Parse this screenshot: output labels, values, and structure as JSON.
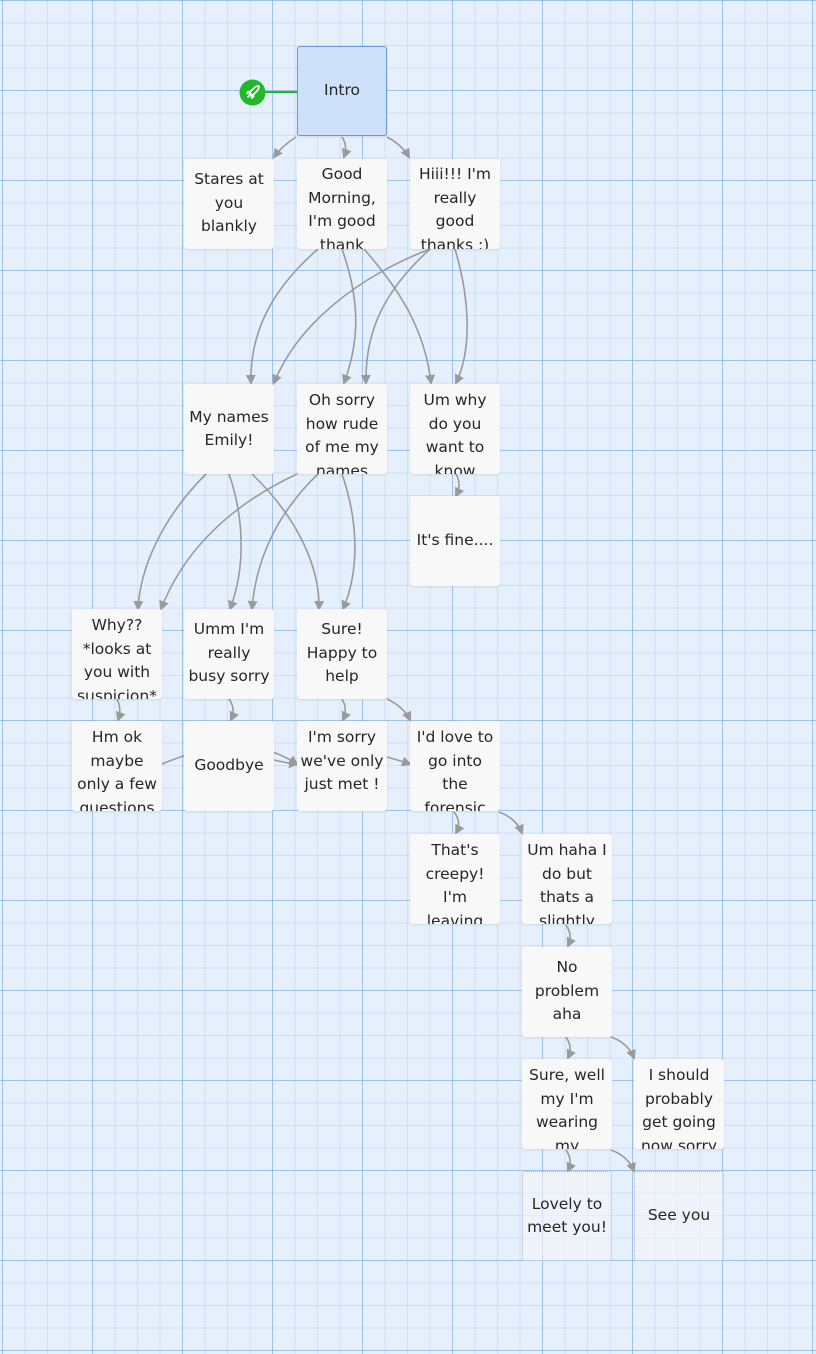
{
  "colors": {
    "background": "#e6f0fc",
    "grid_line": "#8fb8e6",
    "card": "#f8f8f8",
    "start_card": "#cde1fa",
    "start_border": "#6a9ad6",
    "arrow": "#9a9a9a",
    "start_marker": "#22b82a"
  },
  "icons": {
    "start_marker": "rocket-icon"
  },
  "passages": {
    "intro": "Intro",
    "stares": "Stares at you blankly",
    "good_morning": "Good Morning, I'm good thank",
    "hiii": "Hiii!!! I'm really good thanks :)",
    "my_names": "My names Emily!",
    "oh_sorry": "Oh sorry how rude of me my names",
    "um_why": "Um why do you want to know",
    "its_fine": "It's fine....",
    "why": "Why?? *looks at you with suspicion*",
    "umm_busy": "Umm I'm really busy sorry",
    "sure_happy": "Sure! Happy to help",
    "hm_ok": "Hm ok maybe only a few questions",
    "goodbye": "Goodbye",
    "im_sorry": "I'm sorry we've only just met !",
    "id_love": "I'd love to go into the forensic",
    "thats_creepy": "That's creepy! I'm leaving",
    "um_haha": "Um haha I do but thats a slightly",
    "no_problem": "No problem aha",
    "sure_well": "Sure, well my I'm wearing my",
    "i_should": "I should probably get going now sorry",
    "lovely": "Lovely to meet you!",
    "see_you": "See you"
  }
}
